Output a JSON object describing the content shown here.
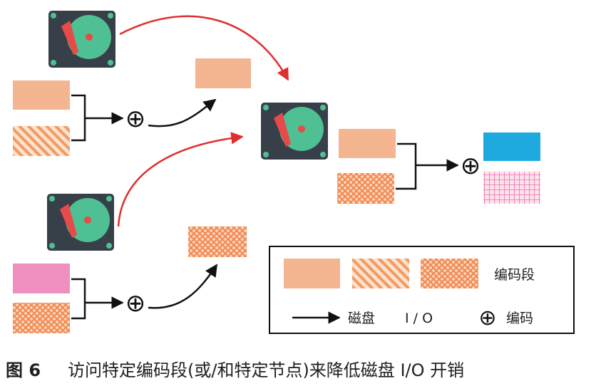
{
  "legend": {
    "segment_label": "编码段",
    "io_label": "磁盘",
    "io_suffix": "I / O",
    "encode_label": "编码"
  },
  "symbols": {
    "xor": "⊕"
  },
  "caption": {
    "figure_no": "图 6",
    "text": "访问特定编码段(或/和特定节点)来降低磁盘 I/O 开销"
  },
  "colors": {
    "segment": "#f4b591",
    "hatch_orange": "#f39a5e",
    "pink": "#ef8fc0",
    "blue": "#1ea9df",
    "pink_grid": "#f06fa8",
    "disk_body": "#374049",
    "disk_platter": "#4fbf94",
    "disk_red": "#e84a4a",
    "arrow_red": "#e02d2d"
  }
}
